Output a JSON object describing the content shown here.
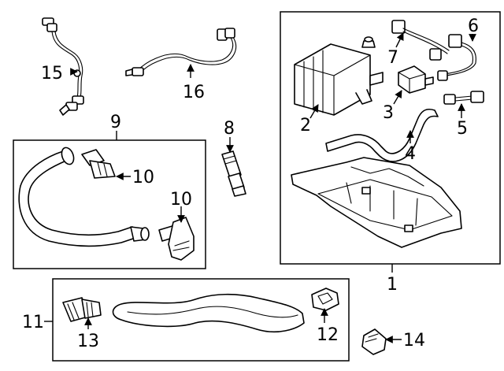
{
  "callouts": {
    "c1": "1",
    "c2": "2",
    "c3": "3",
    "c4": "4",
    "c5": "5",
    "c6": "6",
    "c7": "7",
    "c8": "8",
    "c9": "9",
    "c10a": "10",
    "c10b": "10",
    "c11": "11",
    "c12": "12",
    "c13": "13",
    "c14": "14",
    "c15": "15",
    "c16": "16"
  }
}
